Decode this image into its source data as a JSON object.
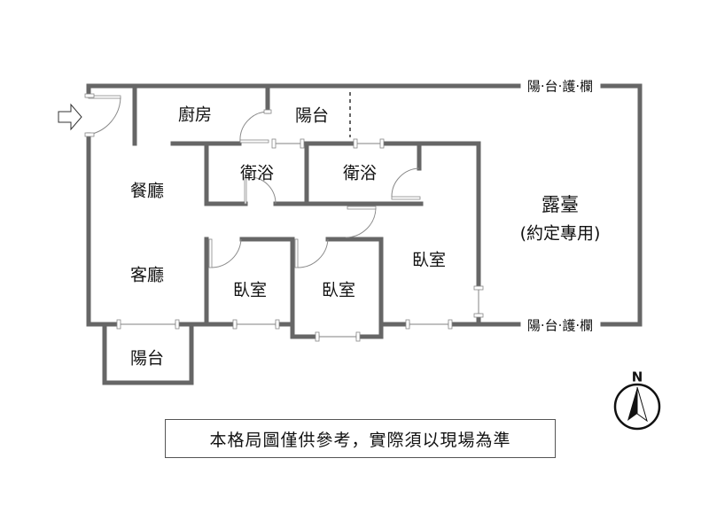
{
  "rooms": {
    "kitchen": "廚房",
    "balcony_top": "陽台",
    "bath_1": "衛浴",
    "bath_2": "衛浴",
    "dining": "餐廳",
    "living": "客廳",
    "bedroom_1": "臥室",
    "bedroom_2": "臥室",
    "bedroom_3": "臥室",
    "balcony_bottom": "陽台",
    "terrace": "露臺",
    "terrace_note": "(約定專用)"
  },
  "railings": {
    "top": "陽‧台‧護‧欄",
    "bottom": "陽‧台‧護‧欄"
  },
  "compass": {
    "label": "N"
  },
  "notice": "本格局圖僅供參考，實際須以現場為準",
  "colors": {
    "wall": "#666666",
    "text": "#111111"
  },
  "icons": {
    "entrance": "entrance-arrow-icon",
    "compass": "north-compass-icon"
  }
}
